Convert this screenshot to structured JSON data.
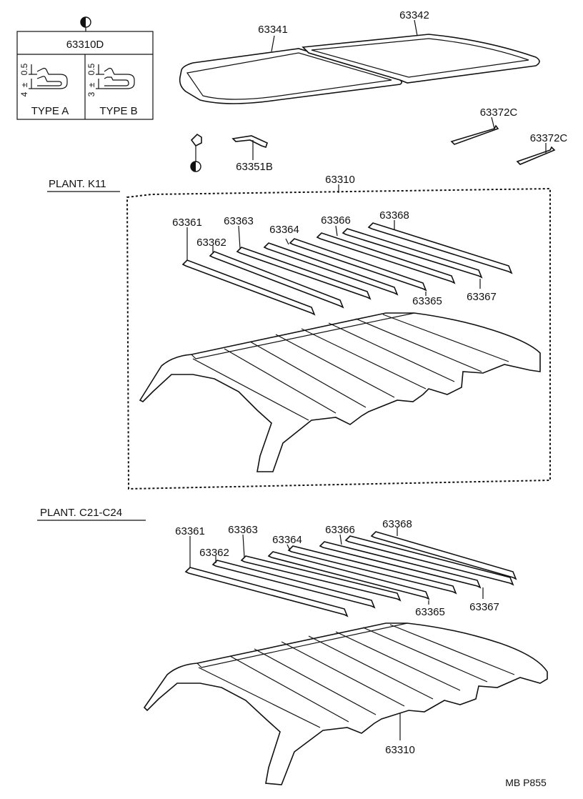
{
  "inset": {
    "header": "63310D",
    "type_a": {
      "label": "TYPE A",
      "dim_top": "0.5",
      "dim_left": "4",
      "pm": "±"
    },
    "type_b": {
      "label": "TYPE B",
      "dim_top": "0.5",
      "dim_left": "3",
      "pm": "±"
    }
  },
  "top_parts": {
    "p63341": "63341",
    "p63342": "63342",
    "p63372c_a": "63372C",
    "p63372c_b": "63372C",
    "p63351b": "63351B"
  },
  "section_k11": {
    "title": "PLANT. K11",
    "assembly": "63310",
    "bows": [
      "63361",
      "63362",
      "63363",
      "63364",
      "63365",
      "63366",
      "63367",
      "63368"
    ]
  },
  "section_c21": {
    "title": "PLANT. C21-C24",
    "assembly": "63310",
    "bows": [
      "63361",
      "63362",
      "63363",
      "63364",
      "63365",
      "63366",
      "63367",
      "63368"
    ]
  },
  "footer": {
    "code": "MB P855"
  }
}
